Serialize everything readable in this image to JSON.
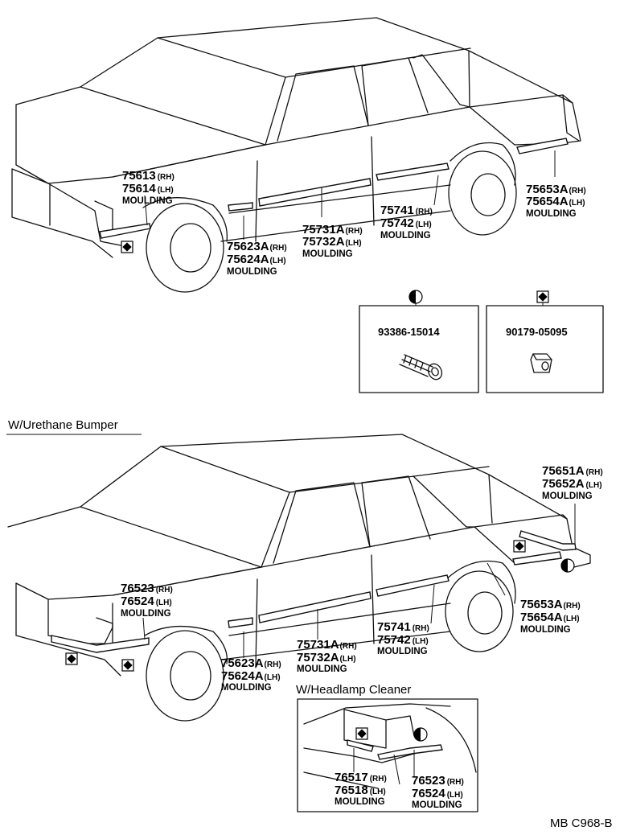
{
  "upper": {
    "front_moulding": {
      "pn_rh": "75613",
      "pn_lh": "75614",
      "rh": "(RH)",
      "lh": "(LH)",
      "name": "MOULDING"
    },
    "front_door_moulding": {
      "pn_rh": "75731A",
      "pn_lh": "75732A",
      "rh": "(RH)",
      "lh": "(LH)",
      "name": "MOULDING"
    },
    "rear_door_moulding": {
      "pn_rh": "75741",
      "pn_lh": "75742",
      "rh": "(RH)",
      "lh": "(LH)",
      "name": "MOULDING"
    },
    "rear_fender_moulding": {
      "pn_rh": "75653A",
      "pn_lh": "75654A",
      "rh": "(RH)",
      "lh": "(LH)",
      "name": "MOULDING"
    },
    "fender_moulding": {
      "pn_rh": "75623A",
      "pn_lh": "75624A",
      "rh": "(RH)",
      "lh": "(LH)",
      "name": "MOULDING"
    }
  },
  "fasteners": {
    "bolt": {
      "part_no": "93386-15014",
      "icon": "half-circle-symbol"
    },
    "nut": {
      "part_no": "90179-05095",
      "icon": "diamond-square-symbol"
    }
  },
  "lower": {
    "title": "W/Urethane Bumper",
    "front_moulding": {
      "pn_rh": "76523",
      "pn_lh": "76524",
      "rh": "(RH)",
      "lh": "(LH)",
      "name": "MOULDING"
    },
    "rear_upper_moulding": {
      "pn_rh": "75651A",
      "pn_lh": "75652A",
      "rh": "(RH)",
      "lh": "(LH)",
      "name": "MOULDING"
    },
    "rear_fender_moulding": {
      "pn_rh": "75653A",
      "pn_lh": "75654A",
      "rh": "(RH)",
      "lh": "(LH)",
      "name": "MOULDING"
    },
    "rear_door_moulding": {
      "pn_rh": "75741",
      "pn_lh": "75742",
      "rh": "(RH)",
      "lh": "(LH)",
      "name": "MOULDING"
    },
    "front_door_moulding": {
      "pn_rh": "75731A",
      "pn_lh": "75732A",
      "rh": "(RH)",
      "lh": "(LH)",
      "name": "MOULDING"
    },
    "fender_moulding": {
      "pn_rh": "75623A",
      "pn_lh": "75624A",
      "rh": "(RH)",
      "lh": "(LH)",
      "name": "MOULDING"
    }
  },
  "headlamp_cleaner": {
    "title": "W/Headlamp Cleaner",
    "left_moulding": {
      "pn_rh": "76517",
      "pn_lh": "76518",
      "rh": "(RH)",
      "lh": "(LH)",
      "name": "MOULDING"
    },
    "right_moulding": {
      "pn_rh": "76523",
      "pn_lh": "76524",
      "rh": "(RH)",
      "lh": "(LH)",
      "name": "MOULDING"
    }
  },
  "footer": {
    "code": "MB  C968-B"
  }
}
